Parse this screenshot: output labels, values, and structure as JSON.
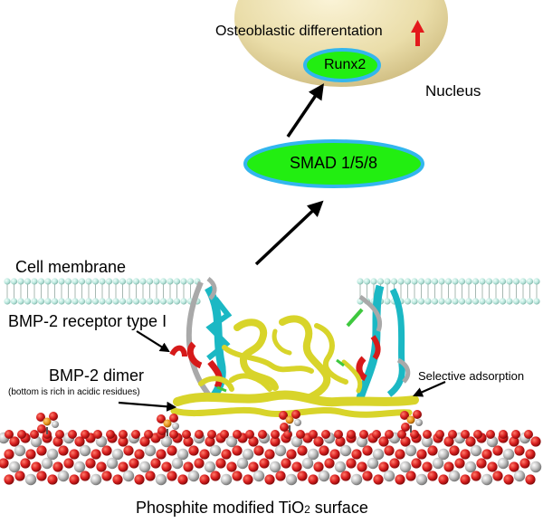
{
  "labels": {
    "osteoblastic": "Osteoblastic differentation",
    "runx2": "Runx2",
    "nucleus": "Nucleus",
    "smad": "SMAD 1/5/8",
    "cell_membrane": "Cell membrane",
    "receptor": "BMP-2 receptor type I",
    "dimer": "BMP-2 dimer",
    "dimer_note": "(bottom is rich in acidic residues)",
    "selective": "Selective adsorption",
    "surface_main": "Phosphite modified TiO",
    "surface_sub": "2",
    "surface_tail": " surface"
  },
  "colors": {
    "nucleus_fill": "#e9dba8",
    "nucleus_edge": "#c8b67a",
    "oval_fill": "#22ee11",
    "oval_edge": "#33b6ee",
    "up_arrow": "#e3191c",
    "arrow": "#000000",
    "lipid_head": "#b8e6dc",
    "lipid_tail": "#a8b8b2",
    "protein_yellow": "#d8d42a",
    "protein_cyan": "#1bb8c4",
    "protein_red": "#d61a1a",
    "oxygen_red": "#d81f1f",
    "titanium_gray": "#b9b9b9",
    "phosphorus_orange": "#e79117"
  },
  "icons": {
    "up_arrow": "red-up-arrow-icon"
  }
}
